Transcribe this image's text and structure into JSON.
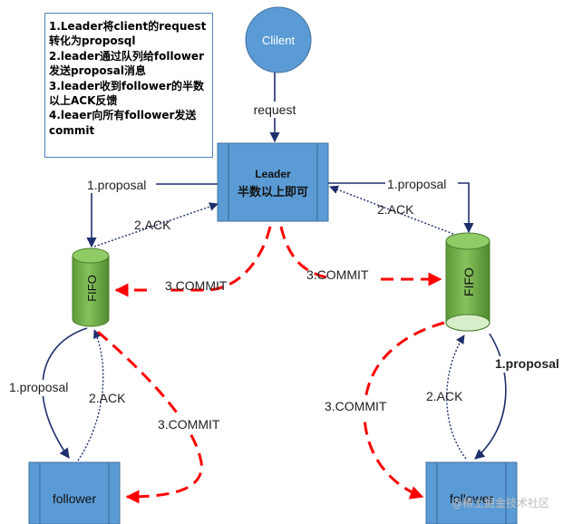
{
  "notes": [
    "1.Leader将client的request",
    "转化为proposql",
    "2.leader通过队列给follower",
    "发送proposal消息",
    "3.leader收到follower的半数",
    "以上ACK反馈",
    "4.leaer向所有follower发送",
    "commit"
  ],
  "client": {
    "label": "Clilent"
  },
  "request_label": "request",
  "leader": {
    "title": "Leader",
    "subtitle": "半数以上即可"
  },
  "fifo_left": {
    "label": "FIFO"
  },
  "fifo_right": {
    "label": "FIFO"
  },
  "follower_left": {
    "label": "follower"
  },
  "follower_right": {
    "label": "follower"
  },
  "edges": {
    "proposal_left_top": "1.proposal",
    "ack_left_top": "2.ACK",
    "proposal_right_top": "1.proposal",
    "ack_right_top": "2.ACK",
    "commit_left_top": "3.COMMIT",
    "commit_right_top": "3.COMMIT",
    "proposal_left_bottom": "1.proposal",
    "ack_left_bottom": "2.ACK",
    "commit_left_bottom": "3.COMMIT",
    "proposal_right_bottom": "1.proposal",
    "ack_right_bottom": "2.ACK",
    "commit_right_bottom": "3.COMMIT"
  },
  "watermark": "@稀土掘金技术社区",
  "colors": {
    "node_fill": "#5b9bd5",
    "node_stroke": "#41719c",
    "fifo_fill": "#70ad47",
    "arrow_navy": "#1f2f6e",
    "commit_red": "#ff0000"
  }
}
